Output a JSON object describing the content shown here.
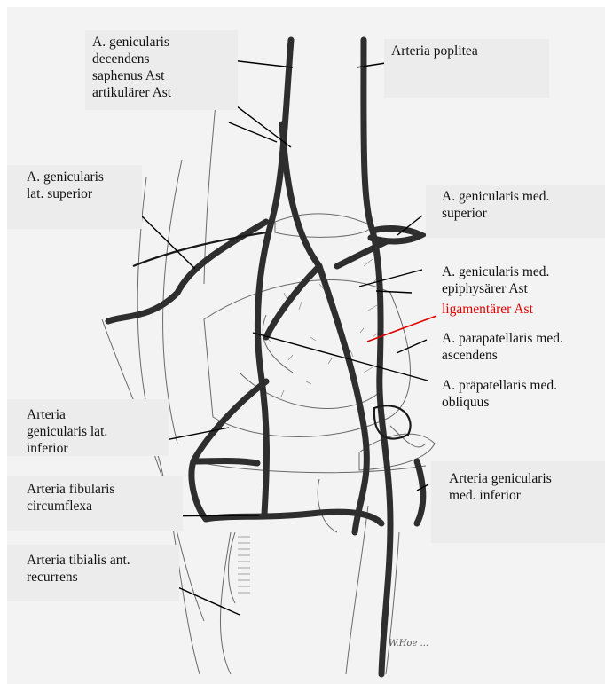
{
  "labels": {
    "gen_desc": [
      "A. genicularis",
      "decendens",
      "saphenus Ast",
      "artikulärer Ast"
    ],
    "poplitea": "Arteria poplitea",
    "lat_sup": [
      "A. genicularis",
      "lat. superior"
    ],
    "med_sup": [
      "A. genicularis med.",
      "superior"
    ],
    "epiph": [
      "A. genicularis med.",
      "epiphysärer Ast"
    ],
    "ligament": "ligamentärer Ast",
    "parapat": [
      "A. parapatellaris med.",
      "ascendens"
    ],
    "prepat": [
      "A. präpatellaris med.",
      "obliquus"
    ],
    "lat_inf": [
      "Arteria",
      "genicularis lat.",
      "inferior"
    ],
    "fibularis": [
      "Arteria fibularis",
      "circumflexa"
    ],
    "med_inf": [
      "Arteria genicularis",
      "med. inferior"
    ],
    "tibialis": [
      "Arteria tibialis ant.",
      "recurrens"
    ]
  },
  "colors": {
    "highlight_line": "#e00000",
    "leader_line": "#000000",
    "label_box": "#ececed"
  }
}
